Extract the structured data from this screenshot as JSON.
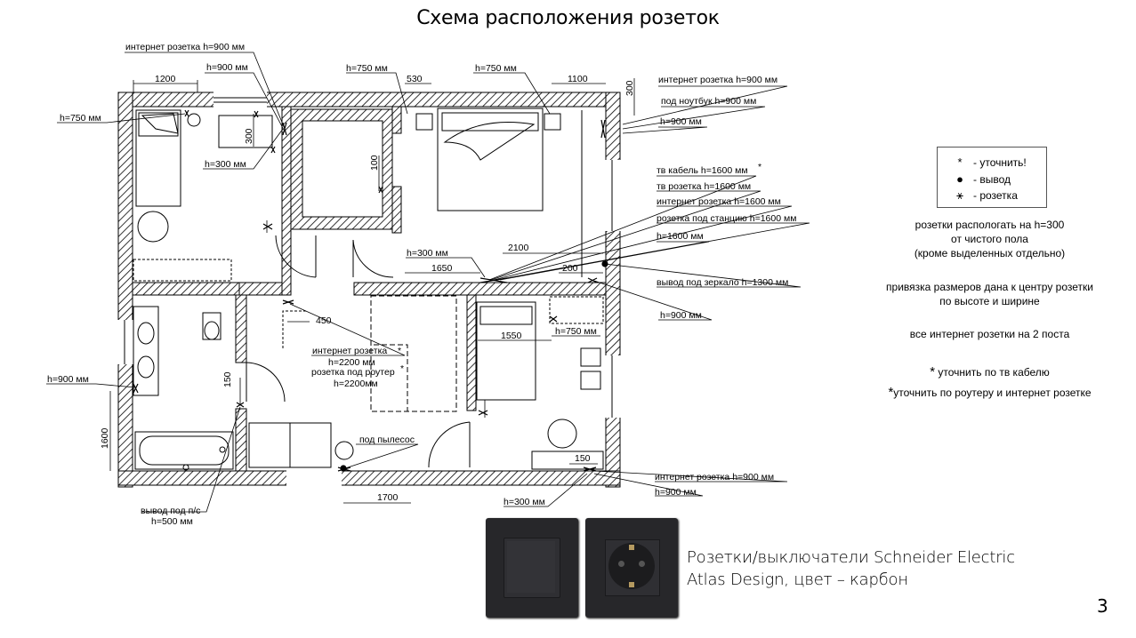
{
  "title": "Схема расположения розеток",
  "legend": [
    {
      "symbol": "*",
      "label": "- уточнить!"
    },
    {
      "symbol": "●",
      "label": "- вывод"
    },
    {
      "symbol": "⚹",
      "label": "- розетка"
    }
  ],
  "notes": {
    "height_rule": [
      "розетки распологать на h=300",
      "от чистого пола",
      "(кроме выделенных отдельно)"
    ],
    "binding_rule": [
      "привязка размеров дана к центру розетки",
      "по высоте и ширине"
    ],
    "internet_rule": "все интернет розетки на 2 поста",
    "tv_note": "уточнить по тв кабелю",
    "router_note": "уточнить по роутеру и интернет розетке"
  },
  "annotations": {
    "inet_top_left": "интернет розетка h=900 мм",
    "h900_tl": "h=900 мм",
    "h750_left": "h=750 мм",
    "h300_left": "h=300 мм",
    "h750_mid1": "h=750 мм",
    "h750_mid2": "h=750 мм",
    "inet_top_right": "интернет розетка h=900 мм",
    "laptop": "под ноутбук h=900 мм",
    "h900_right": "h=900 мм",
    "tv_cable": "тв кабель h=1600 мм",
    "tv_socket": "тв розетка h=1600 мм",
    "inet_1600": "интернет розетка h=1600 мм",
    "station": "розетка под станцию h=1600 мм",
    "h1600": "h=1600 мм",
    "h300_mid": "h=300 мм",
    "mirror": "вывод под зеркало h=1300 мм",
    "h900_mid_right": "h=900 мм",
    "h750_mid_right": "h=750 мм",
    "inet_router_1": "интернет розетка",
    "inet_router_2": "h=2200 мм",
    "router_1": "розетка под роутер",
    "router_2": "h=2200мм",
    "h900_left_bath": "h=900 мм",
    "vacuum": "под пылесос",
    "ps_1": "вывод под п/с",
    "ps_2": "h=500 мм",
    "inet_bottom_right": "интернет розетка h=900 мм",
    "h900_bottom_right": "h=900 мм",
    "h300_bottom": "h=300 мм"
  },
  "dimensions": {
    "d1200": "1200",
    "d530": "530",
    "d1100": "1100",
    "d300_top": "300",
    "d300_left": "300",
    "d100": "100",
    "d2100": "2100",
    "d1650": "1650",
    "d200": "200",
    "d450": "450",
    "d1550": "1550",
    "d150_a": "150",
    "d1600": "1600",
    "d1700": "1700",
    "d150_b": "150"
  },
  "product": {
    "line1": "Розетки/выключатели Schneider Electric",
    "line2": "Atlas Design, цвет – карбон"
  },
  "page_number": "3",
  "colors": {
    "wall_hatch": "#000000",
    "socket_body": "#27272a",
    "background": "#ffffff"
  }
}
